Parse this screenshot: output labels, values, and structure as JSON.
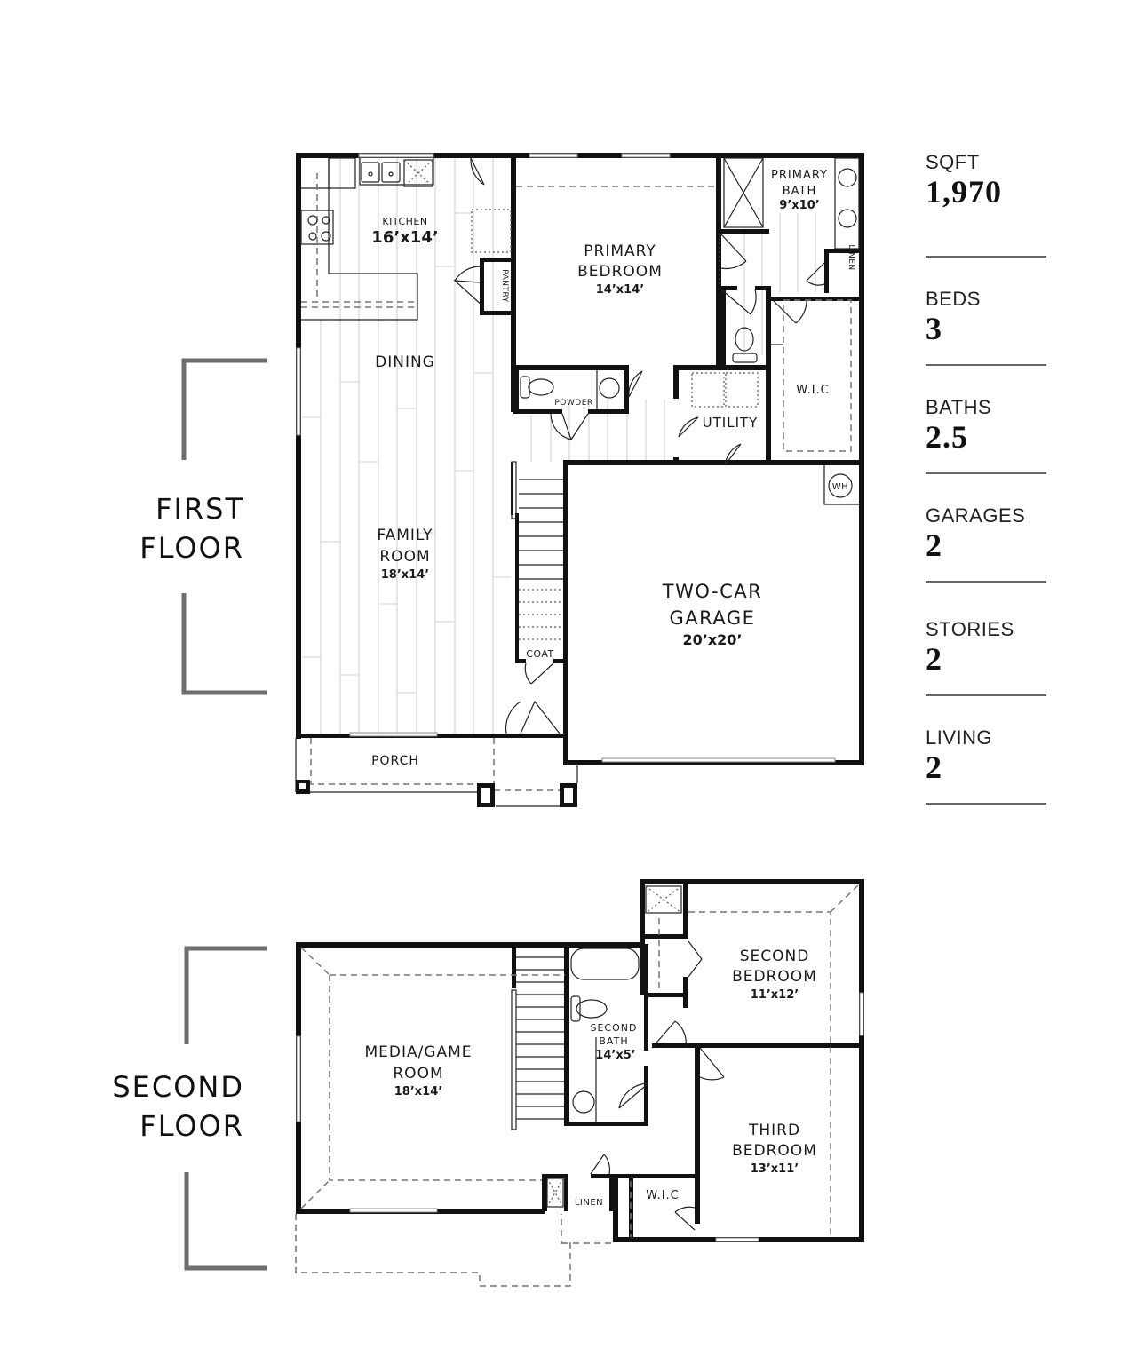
{
  "floors": {
    "first": {
      "label_line1": "FIRST",
      "label_line2": "FLOOR",
      "rooms": {
        "kitchen": {
          "name": "KITCHEN",
          "dims": "16’x14’"
        },
        "pantry": {
          "name": "PANTRY"
        },
        "dining": {
          "name": "DINING"
        },
        "family_room": {
          "name_line1": "FAMILY",
          "name_line2": "ROOM",
          "dims": "18’x14’"
        },
        "primary_bedroom": {
          "name_line1": "PRIMARY",
          "name_line2": "BEDROOM",
          "dims": "14’x14’"
        },
        "primary_bath": {
          "name_line1": "PRIMARY",
          "name_line2": "BATH",
          "dims": "9’x10’"
        },
        "linen": {
          "name": "LINEN"
        },
        "wic": {
          "name": "W.I.C"
        },
        "powder": {
          "name": "POWDER"
        },
        "utility": {
          "name": "UTILITY"
        },
        "coat": {
          "name": "COAT"
        },
        "porch": {
          "name": "PORCH"
        },
        "garage": {
          "name_line1": "TWO-CAR",
          "name_line2": "GARAGE",
          "dims": "20’x20’"
        },
        "water_heater": {
          "name": "WH"
        }
      }
    },
    "second": {
      "label_line1": "SECOND",
      "label_line2": "FLOOR",
      "rooms": {
        "media_game_room": {
          "name_line1": "MEDIA/GAME",
          "name_line2": "ROOM",
          "dims": "18’x14’"
        },
        "second_bath": {
          "name_line1": "SECOND",
          "name_line2": "BATH",
          "dims": "14’x5’"
        },
        "second_bedroom": {
          "name_line1": "SECOND",
          "name_line2": "BEDROOM",
          "dims": "11’x12’"
        },
        "third_bedroom": {
          "name_line1": "THIRD",
          "name_line2": "BEDROOM",
          "dims": "13’x11’"
        },
        "linen": {
          "name": "LINEN"
        },
        "wic": {
          "name": "W.I.C"
        }
      }
    }
  },
  "stats": [
    {
      "label": "SQFT",
      "value": "1,970"
    },
    {
      "label": "BEDS",
      "value": "3"
    },
    {
      "label": "BATHS",
      "value": "2.5"
    },
    {
      "label": "GARAGES",
      "value": "2"
    },
    {
      "label": "STORIES",
      "value": "2"
    },
    {
      "label": "LIVING",
      "value": "2"
    }
  ],
  "colors": {
    "wall": "#111111",
    "bracket": "#6e6e6e",
    "divider": "#666666",
    "floor_grain": "#d9d9d9"
  }
}
